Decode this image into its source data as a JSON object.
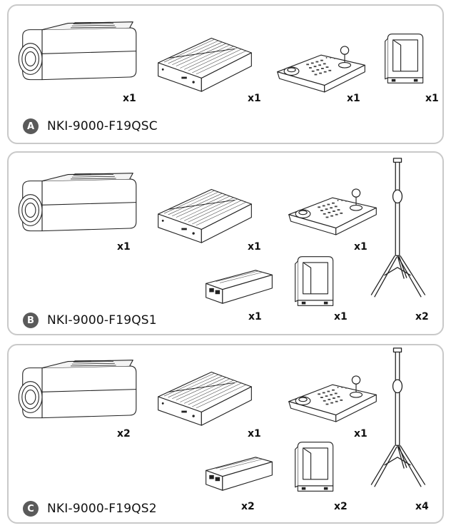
{
  "kits": [
    {
      "letter": "A",
      "model": "NKI-9000-F19QSC",
      "items": [
        {
          "icon": "camera-icon",
          "qty": "x1"
        },
        {
          "icon": "encoder-box-icon",
          "qty": "x1"
        },
        {
          "icon": "keyboard-joystick-icon",
          "qty": "x1"
        },
        {
          "icon": "power-supply-icon",
          "qty": "x1"
        }
      ]
    },
    {
      "letter": "B",
      "model": "NKI-9000-F19QS1",
      "items": [
        {
          "icon": "camera-icon",
          "qty": "x1"
        },
        {
          "icon": "encoder-box-icon",
          "qty": "x1"
        },
        {
          "icon": "keyboard-joystick-icon",
          "qty": "x1"
        },
        {
          "icon": "poe-injector-icon",
          "qty": "x1"
        },
        {
          "icon": "power-supply-icon",
          "qty": "x1"
        },
        {
          "icon": "tripod-icon",
          "qty": "x2"
        }
      ]
    },
    {
      "letter": "C",
      "model": "NKI-9000-F19QS2",
      "items": [
        {
          "icon": "camera-icon",
          "qty": "x2"
        },
        {
          "icon": "encoder-box-icon",
          "qty": "x1"
        },
        {
          "icon": "keyboard-joystick-icon",
          "qty": "x1"
        },
        {
          "icon": "poe-injector-icon",
          "qty": "x2"
        },
        {
          "icon": "power-supply-icon",
          "qty": "x2"
        },
        {
          "icon": "tripod-icon",
          "qty": "x4"
        }
      ]
    }
  ]
}
